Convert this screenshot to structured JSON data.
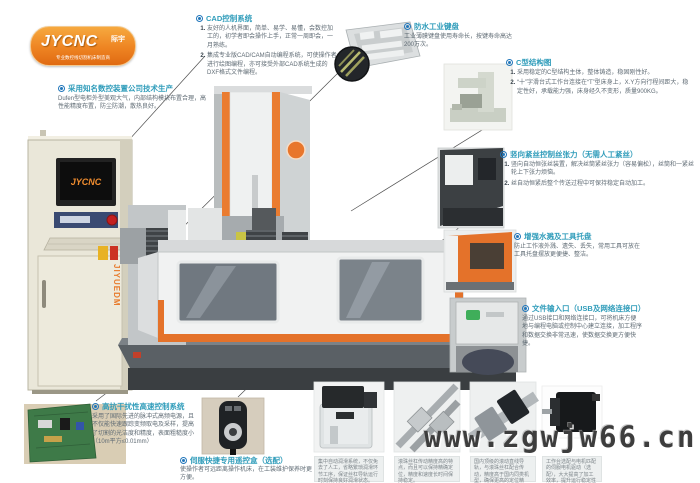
{
  "logo": {
    "brand": "JYCNC",
    "sub": "际宇",
    "tagline": "专业数控线切割机床制造商"
  },
  "watermark": "www.zgwjw66.cn",
  "cabinet": {
    "screen_brand": "JYCNC",
    "side_label": "JIYUEDM"
  },
  "callouts": {
    "cad": {
      "title": "CAD控制系统",
      "items": [
        "友好的人机界面，简单、易学、易懂，会数控加工的，初学者即会操作上手，正常一周即会，一月熟练。",
        "集成专业版CAD/CAM自动编程系统，可使操作者进行绘图编程，亦可接受外部CAD系统生成的DXF格式文件编程。"
      ]
    },
    "keyboard": {
      "title": "防水工业键盘",
      "body": "工业薄膜键盘使用寿命长，按键寿命高达200万次。"
    },
    "cabinet_left": {
      "title": "采用知名数控装置公司技术生产",
      "body": "Dufen型电柜外型美观大气，内部结构模块布置合理，高性能精度布置，防尘防潮，散热良好。"
    },
    "c_structure": {
      "title": "C型结构图",
      "items": [
        "采用稳定的C型结构主体，整体铸造，稳固刚性好。",
        "“十”字滑台式工作台连接在“T”型床身上，X.Y方向行程间距大，稳定性好，承载能力强，床身经久不变形，质量900KG。"
      ]
    },
    "tension": {
      "title": "竖向紧丝控制丝张力（无需人工紧丝）",
      "items": [
        "竖向自动恒张丝装置，解决丝筒紧丝张力（容易偏松），丝筒和一紧丝轮上下张力烦恼。",
        "丝自动恒紧后整个传送过程中可保持稳定自动加工。"
      ]
    },
    "splash": {
      "title": "增强水溅及工具托盘",
      "body": "防止工作液外溅、遗失、丢失，常用工具可放在工具托盘摆放更便捷、整洁。"
    },
    "usb": {
      "title": "文件输入口（USB及网络连接口）",
      "body": "通过USB接口和网络连接口，可将机床方便地与编程电脑或控制中心建立连接，加工程序和数据交换非常迅速，使数据交换更方便快捷。"
    },
    "hf": {
      "title": "高抗干扰性高速控制系统",
      "body": "采用了国际先进的脉冲式高频电源，且不仅能快速跟踪变频取电及采样，提高了切割的光洁度和精度，表面粗糙度小（10m平方≤0.01mm）"
    },
    "remote": {
      "title": "伺服快捷专用遥控盒（选配）",
      "body": "使操作者可远距离操作机床，在工装维护保养时更方便。"
    }
  },
  "products": [
    {
      "caption": "集中自动润滑系统，不仅免去了人工，省略繁琐润滑环节工序，保证丝杠导轨运行时刻保持良好润滑状态。"
    },
    {
      "caption": "滚珠丝杠传动精度高的特点，而且可以保持精确定位，精度和速度长时间保持稳定。"
    },
    {
      "caption": "国内顶级的滚动直线导轨，与滚珠丝杠配合传动，精度高于国内同类机型，确保更高的定位精度。"
    },
    {
      "caption": "工作台选配与电机匹配的伺服电机驱动（选配），大大提高了加工效率，提升运行稳定性和定位精度。"
    }
  ],
  "colors": {
    "accent_orange": "#e8762c",
    "heading_teal": "#2f9cba",
    "bullet_blue": "#2277bb"
  }
}
